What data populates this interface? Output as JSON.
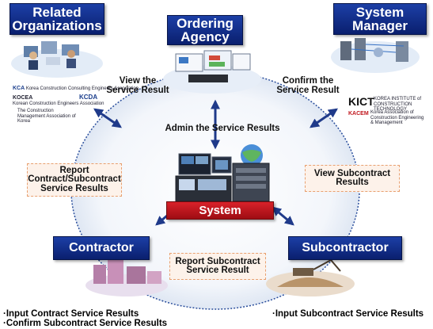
{
  "nodes": {
    "related_organizations": {
      "line1": "Related",
      "line2": "Organizations"
    },
    "ordering_agency": {
      "line1": "Ordering",
      "line2": "Agency"
    },
    "system_manager": {
      "line1": "System",
      "line2": "Manager"
    },
    "contractor": "Contractor",
    "subcontractor": "Subcontractor",
    "system": "System"
  },
  "labels": {
    "view_result": {
      "line1": "View the",
      "line2": "Service Result"
    },
    "confirm_result": {
      "line1": "Confirm the",
      "line2": "Service Result"
    },
    "admin_results": "Admin the Service Results",
    "report_contract": {
      "line1": "Report",
      "line2": "Contract/Subcontract",
      "line3": "Service Results"
    },
    "view_subcontract": {
      "line1": "View Subcontract",
      "line2": "Results"
    },
    "report_subcontract": {
      "line1": "Report Subcontract",
      "line2": "Service Result"
    }
  },
  "bottom": {
    "contractor_line1": "·Input Contract Service Results",
    "contractor_line2": "·Confirm Subcontract Service Results",
    "subcontractor_line1": "·Input Subcontract Service Results"
  },
  "logos": {
    "kca": "KCA",
    "kca_sub": "Korea Construction Consulting Engineers Association",
    "kocea": "KOCEA",
    "kocea_sub": "Korean Construction Engineers Association",
    "kcdi": "KCDA",
    "cma": "The Construction Management Association of Korea",
    "kicct": "KICT",
    "kicct_sub": "KOREA INSTITUTE of CONSTRUCTION TECHNOLOGY",
    "kacem": "KACEM",
    "kacem_sub": "Korea Association of Construction Engineering & Management"
  },
  "colors": {
    "title_blue": "#0a1f6e",
    "system_red": "#c0161d",
    "arrow_blue": "#1f3a8a",
    "dash_border": "#e8a070",
    "dash_fill": "#fdf2ea"
  }
}
